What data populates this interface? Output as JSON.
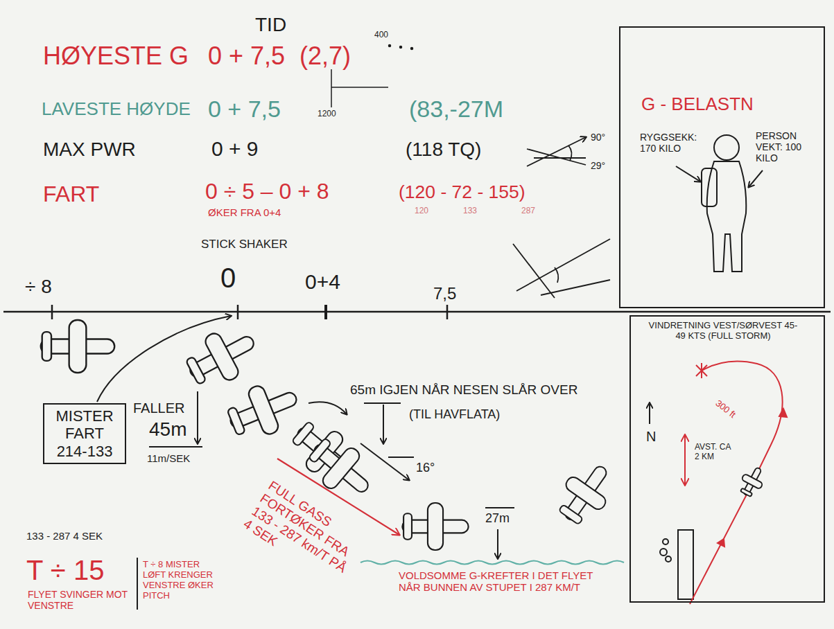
{
  "diagram": {
    "nodes": [
      {
        "text": [
          "G - BELASTN",
          "RYGGSEKK: 170 KILO",
          "PERSON VEKT: 100 KILO"
        ]
      },
      {
        "text": [
          "VINDRETNING VEST/SØRVEST 45-49 KTS (FULL STORM)",
          "300 ft",
          "N",
          "AVST. CA 2 KM"
        ]
      },
      {
        "text": [
          "MISTER FART 214-133"
        ]
      }
    ],
    "labels": [
      "TID",
      "HØYESTE G",
      "0 + 7,5",
      "(2,7)",
      "400",
      "LAVESTE HØYDE",
      "0 + 7,5",
      "(83,-27M",
      "1200",
      "MAX PWR",
      "0 + 9",
      "(118 TQ)",
      "FART",
      "0 ÷ 5 – 0 + 8",
      "(120 - 72 - 155)",
      "120",
      "133",
      "287",
      "ØKER FRA 0+4",
      "90°",
      "29°",
      "STICK SHAKER",
      "÷ 8",
      "0",
      "0+4",
      "7,5",
      "FALLER",
      "45m",
      "11m/SEK",
      "65m IGJEN NÅR NESEN SLÅR OVER",
      "(TIL HAVFLATA)",
      "16°",
      "27m",
      "FULL GASS FORTØKER FRA 133 - 287 km/T PÅ 4 SEK",
      "133 - 287 4 SEK",
      "T ÷ 15",
      "FLYET SVINGER MOT VENSTRE",
      "T ÷ 8 MISTER LØFT KRENGER VENSTRE ØKER PITCH",
      "VOLDSOMME G-KREFTER I DET FLYET NÅR BUNNEN AV STUPET I 287 KM/T"
    ]
  }
}
